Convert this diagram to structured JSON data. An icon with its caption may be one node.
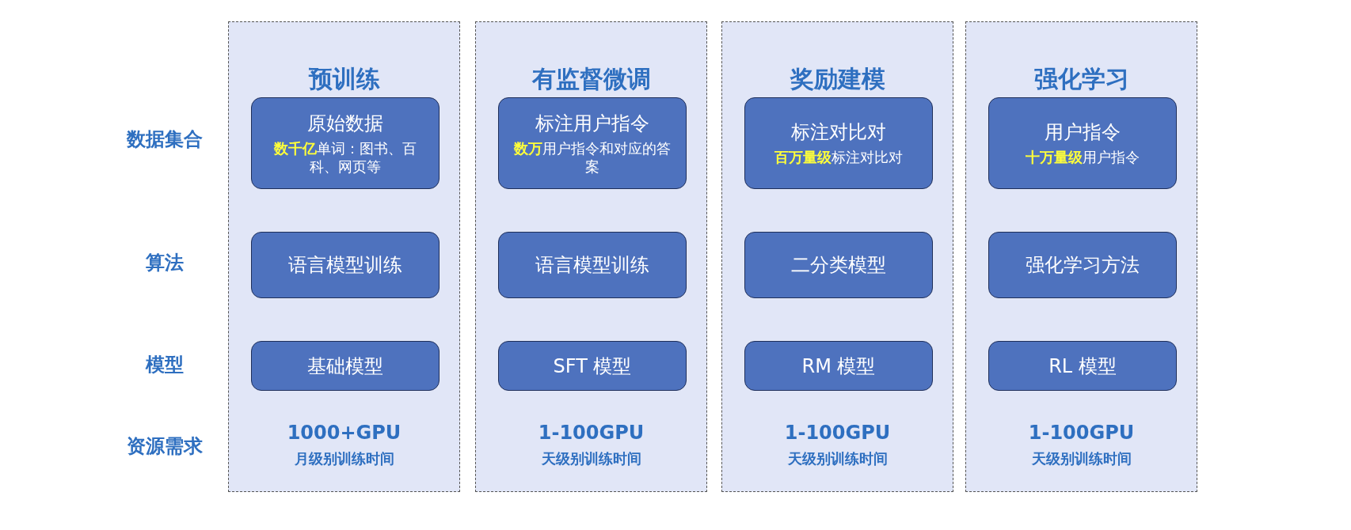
{
  "diagram": {
    "nodes": [
      {
        "text": [
          "预训练",
          "1000+GPU",
          "月级别训练时间"
        ]
      },
      {
        "text": [
          "原始数据",
          "**数千亿**单词：图书、百科、网页等"
        ],
        "in": 0
      },
      {
        "text": [
          "语言模型训练"
        ],
        "in": 0
      },
      {
        "text": [
          "基础模型"
        ],
        "in": 0
      },
      {
        "text": [
          "有监督微调",
          "1-100GPU",
          "天级别训练时间"
        ]
      },
      {
        "text": [
          "标注用户指令",
          "**数万**用户指令和对应的答案"
        ],
        "in": 4
      },
      {
        "text": [
          "语言模型训练"
        ],
        "in": 4
      },
      {
        "text": [
          "SFT 模型"
        ],
        "in": 4
      },
      {
        "text": [
          "奖励建模",
          "1-100GPU",
          "天级别训练时间"
        ]
      },
      {
        "text": [
          "标注对比对",
          "**百万量级**标注对比对"
        ],
        "in": 8
      },
      {
        "text": [
          "二分类模型"
        ],
        "in": 8
      },
      {
        "text": [
          "RM 模型"
        ],
        "in": 8
      },
      {
        "text": [
          "强化学习",
          "1-100GPU",
          "天级别训练时间"
        ]
      },
      {
        "text": [
          "用户指令",
          "**十万量级**用户指令"
        ],
        "in": 12
      },
      {
        "text": [
          "强化学习方法"
        ],
        "in": 12
      },
      {
        "text": [
          "RL 模型"
        ],
        "in": 12
      }
    ],
    "edges": [],
    "labels": [
      "数据集合",
      "算法",
      "模型",
      "资源需求"
    ]
  }
}
